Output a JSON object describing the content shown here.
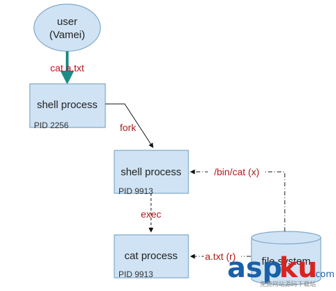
{
  "nodes": {
    "user": {
      "line1": "user",
      "line2": "(Vamei)"
    },
    "shell_parent": {
      "label": "shell process",
      "pid": "PID 2256"
    },
    "shell_child": {
      "label": "shell process",
      "pid": "PID 9913"
    },
    "cat": {
      "label": "cat process",
      "pid": "PID 9913"
    },
    "file_system": {
      "label": "file system"
    }
  },
  "edges": {
    "command": "cat a.txt",
    "fork": "fork",
    "exec": "exec",
    "bin_cat": "/bin/cat (x)",
    "a_txt": "a.txt (r)"
  },
  "watermark": {
    "brand_dark": "asp",
    "brand_red": "ku",
    "domain": ".com",
    "tagline": "免费网站源码下载站"
  },
  "colors": {
    "node_fill": "#cfe3f4",
    "node_stroke": "#7fa8c9",
    "edge_label": "#b01818",
    "teal_arrow": "#1e8c86",
    "watermark_red": "#d8241f"
  }
}
